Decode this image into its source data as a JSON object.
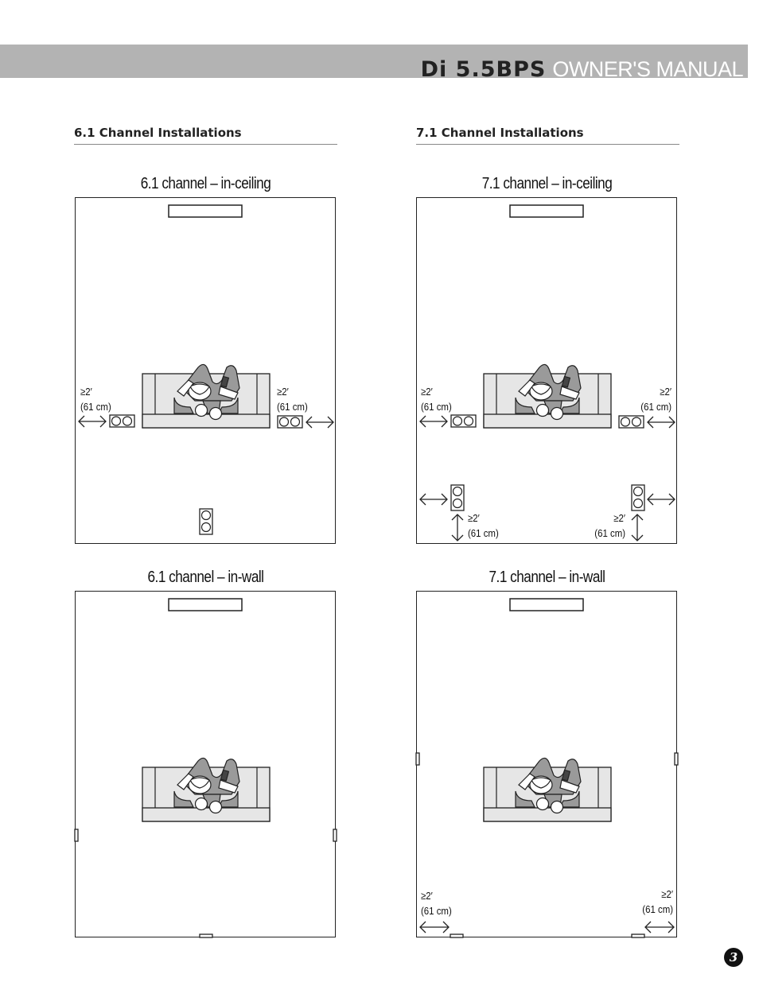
{
  "header": {
    "model": "Di 5.5BPS",
    "manual": "OWNER'S MANUAL"
  },
  "sections": {
    "left": "6.1 Channel Installations",
    "right": "7.1 Channel Installations"
  },
  "diagrams": {
    "d61_ceiling": "6.1 channel – in-ceiling",
    "d71_ceiling": "7.1 channel – in-ceiling",
    "d61_wall": "6.1 channel – in-wall",
    "d71_wall": "7.1 channel – in-wall"
  },
  "labels": {
    "distance": "≥2′",
    "distance_metric": "(61 cm)"
  },
  "page_number": "3",
  "icons": [
    "speaker-icon",
    "listener-icon",
    "sofa-icon",
    "double-arrow-icon"
  ]
}
